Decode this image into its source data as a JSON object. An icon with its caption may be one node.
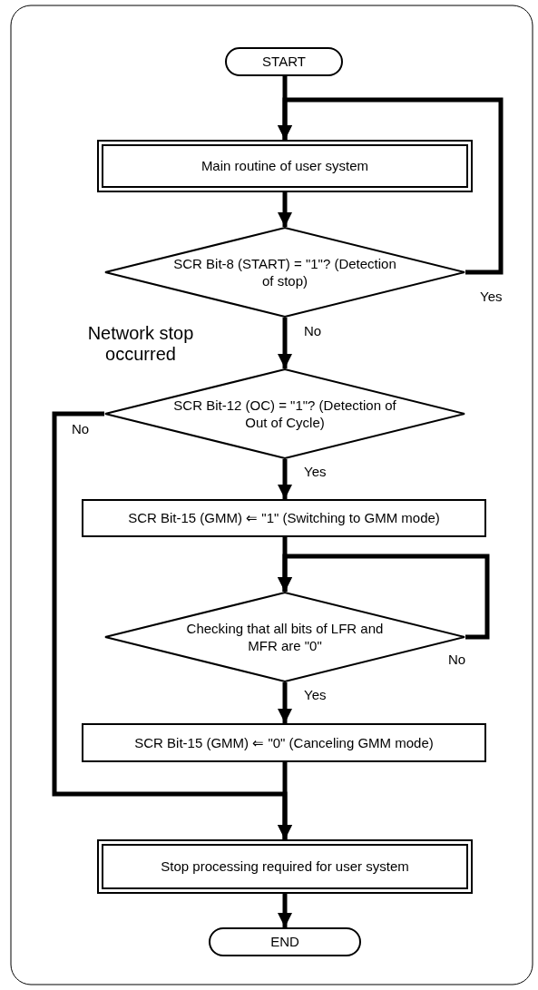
{
  "diagram": {
    "nodes": [
      {
        "text": [
          "START"
        ]
      },
      {
        "text": [
          "Main routine of user system"
        ]
      },
      {
        "text": [
          "SCR  Bit-8 (START) = \"1\"? (Detection of stop)"
        ]
      },
      {
        "text": [
          "SCR  Bit-12 (OC) = \"1\"? (Detection of Out of Cycle)"
        ]
      },
      {
        "text": [
          "SCR  Bit-15 (GMM) ⇐ \"1\" (Switching to GMM mode)"
        ]
      },
      {
        "text": [
          "Checking that all bits of LFR and MFR are \"0\""
        ]
      },
      {
        "text": [
          "SCR  Bit-15 (GMM) ⇐ \"0\" (Canceling GMM mode)"
        ]
      },
      {
        "text": [
          "Stop processing required for user system"
        ]
      },
      {
        "text": [
          "END"
        ]
      }
    ],
    "edges": [
      {
        "from": 0,
        "to": 1,
        "arrow": "to"
      },
      {
        "from": 1,
        "to": 2,
        "arrow": "to"
      },
      {
        "from": 2,
        "to": 1,
        "arrow": "to",
        "label": "Yes"
      },
      {
        "from": 2,
        "to": 3,
        "arrow": "to",
        "label": "No"
      },
      {
        "from": 3,
        "to": 7,
        "arrow": "to",
        "label": "No"
      },
      {
        "from": 3,
        "to": 4,
        "arrow": "to",
        "label": "Yes"
      },
      {
        "from": 4,
        "to": 5,
        "arrow": "to"
      },
      {
        "from": 5,
        "to": 5,
        "arrow": "to",
        "label": "No"
      },
      {
        "from": 5,
        "to": 6,
        "arrow": "to",
        "label": "Yes"
      },
      {
        "from": 6,
        "to": 7,
        "arrow": "to"
      },
      {
        "from": 7,
        "to": 8,
        "arrow": "to"
      }
    ],
    "labels": [
      "Network stop occurred"
    ]
  }
}
